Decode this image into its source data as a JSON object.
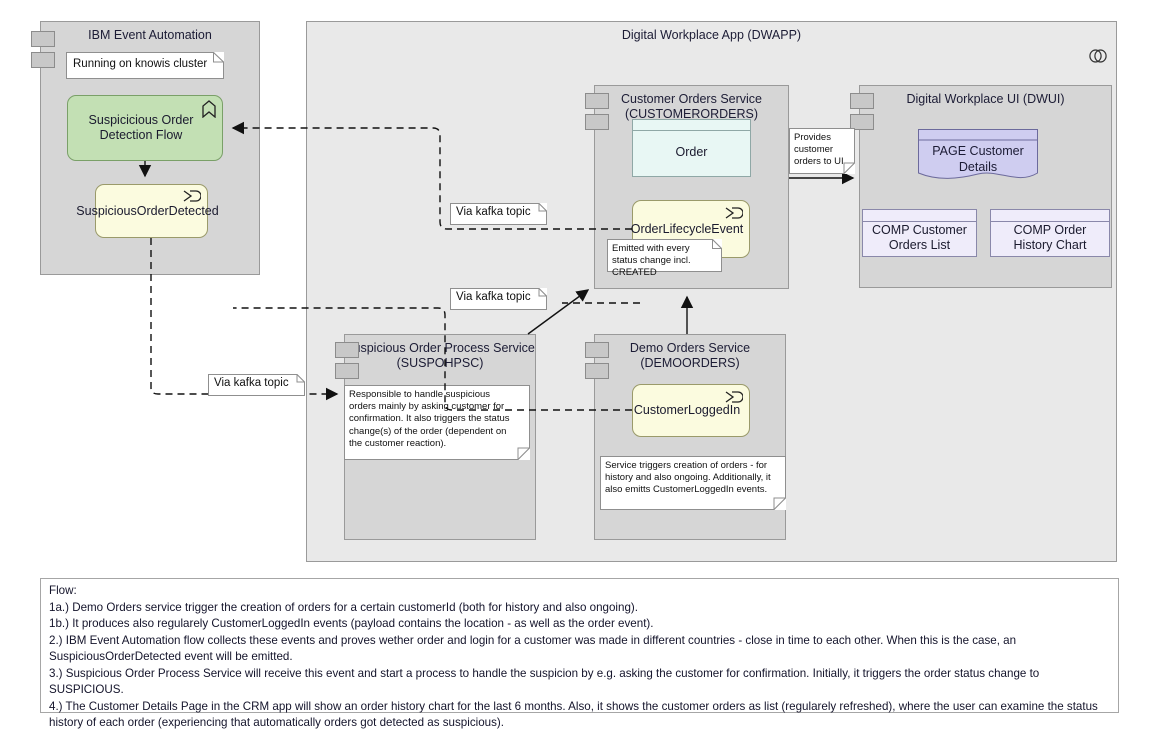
{
  "diagram": {
    "groups": {
      "ibm_event_automation": {
        "title": "IBM Event Automation",
        "note": "Running on knowis cluster",
        "flow": "Suspicicious Order Detection Flow",
        "flow_icon": "flow-chevron-icon",
        "event": "SuspiciousOrderDetected",
        "event_icon": "event-signal-icon"
      },
      "dwapp": {
        "title": "Digital Workplace App (DWAPP)",
        "corner_icon": "grouping-circles-icon"
      },
      "customer_orders": {
        "title_line1": "Customer Orders Service",
        "title_line2": "(CUSTOMERORDERS)",
        "entity": "Order",
        "event": "OrderLifecycleEvent",
        "event_icon": "event-signal-icon",
        "event_note": "Emitted with every status change incl. CREATED"
      },
      "dwui": {
        "title": "Digital Workplace UI (DWUI)",
        "page": "PAGE Customer Details",
        "components": [
          "COMP Customer Orders List",
          "COMP Order History Chart"
        ]
      },
      "suspicious_process": {
        "title_line1": "Suspicious Order Process Service",
        "title_line2": "(SUSPOHPSC)",
        "note": "Responsible to handle suspicious orders mainly by asking customer for confirmation. It also triggers the status change(s) of the order (dependent on the customer reaction)."
      },
      "demo_orders": {
        "title_line1": "Demo Orders Service",
        "title_line2": "(DEMOORDERS)",
        "event": "CustomerLoggedIn",
        "event_icon": "event-signal-icon",
        "note": "Service triggers creation of orders - for history and also ongoing. Additionally, it also emitts CustomerLoggedIn events."
      }
    },
    "edge_labels": {
      "kafka_top": "Via kafka topic",
      "kafka_mid": "Via kafka topic",
      "kafka_left": "Via kafka topic",
      "provides": "Provides customer orders to UI"
    },
    "flow_panel": {
      "heading": "Flow:",
      "lines": [
        "1a.) Demo Orders service trigger the creation of orders for a certain customerId (both for history and also ongoing).",
        "1b.) It produces also regularely CustomerLoggedIn events (payload contains the location - as well as the order event).",
        "2.) IBM Event Automation flow collects these events and proves wether order and login for a customer was made in different countries - close in time to each other. When this is the case, an SuspiciousOrderDetected event will be emitted.",
        "3.) Suspicious Order Process Service will receive this event and start a process to handle the suspicion by e.g. asking the customer for confirmation. Initially, it triggers the order status change to SUSPICIOUS.",
        "4.) The Customer Details Page in the CRM app will show an order history chart for the last 6 months. Also, it shows the customer orders as list (regularely refreshed), where the user can examine the status history of each order (experiencing that automatically orders got detected as suspicious)."
      ]
    },
    "colors": {
      "group_gray": "#d6d6d6",
      "group_light": "#e9e9e9",
      "flow_green": "#c3e0b4",
      "event_yellow": "#fbfbdf",
      "entity_cyan": "#e8f7f4",
      "ui_purple": "#cfcdf0",
      "comp_purple": "#efecfa"
    }
  }
}
